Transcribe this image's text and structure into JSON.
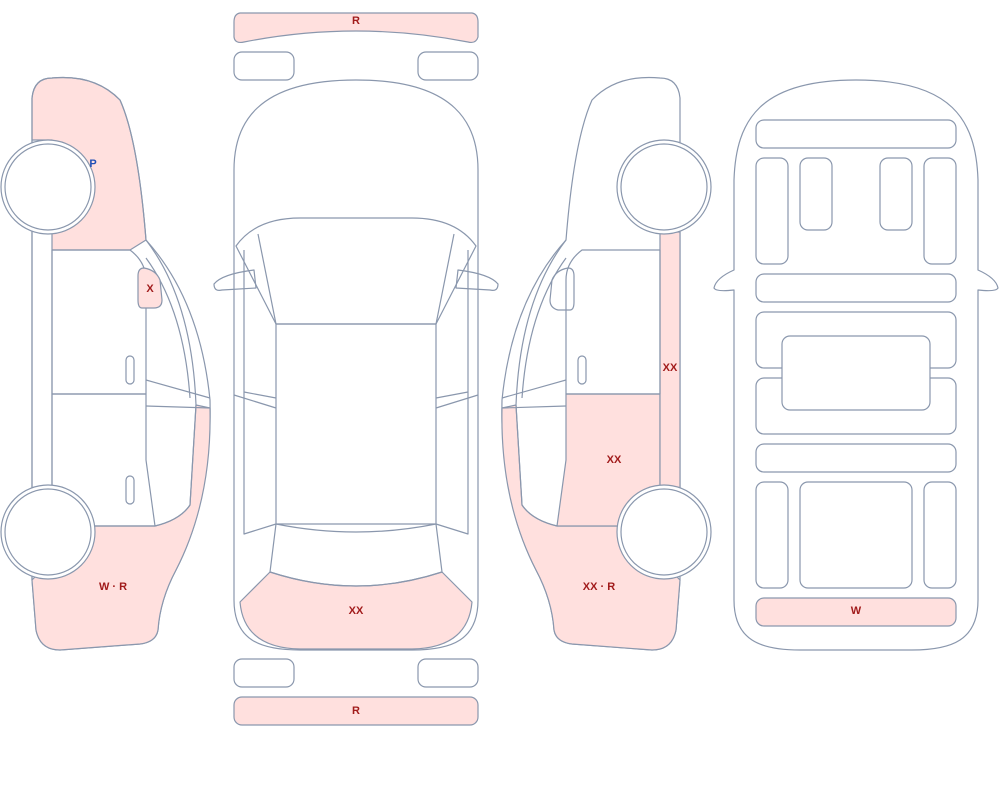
{
  "colors": {
    "outline": "#8a97ad",
    "damage_fill": "#ffe0de",
    "label_red": "#a11b1b",
    "label_blue": "#1f4fb5"
  },
  "labels": {
    "front_bumper": "R",
    "rear_bumper": "R",
    "left_fender": "P",
    "left_mirror": "X",
    "left_quarter": "W · R",
    "right_pillar": "XX",
    "right_rear_door": "XX",
    "right_quarter": "XX · R",
    "trunk_lid": "XX",
    "underbody_rear": "W"
  }
}
